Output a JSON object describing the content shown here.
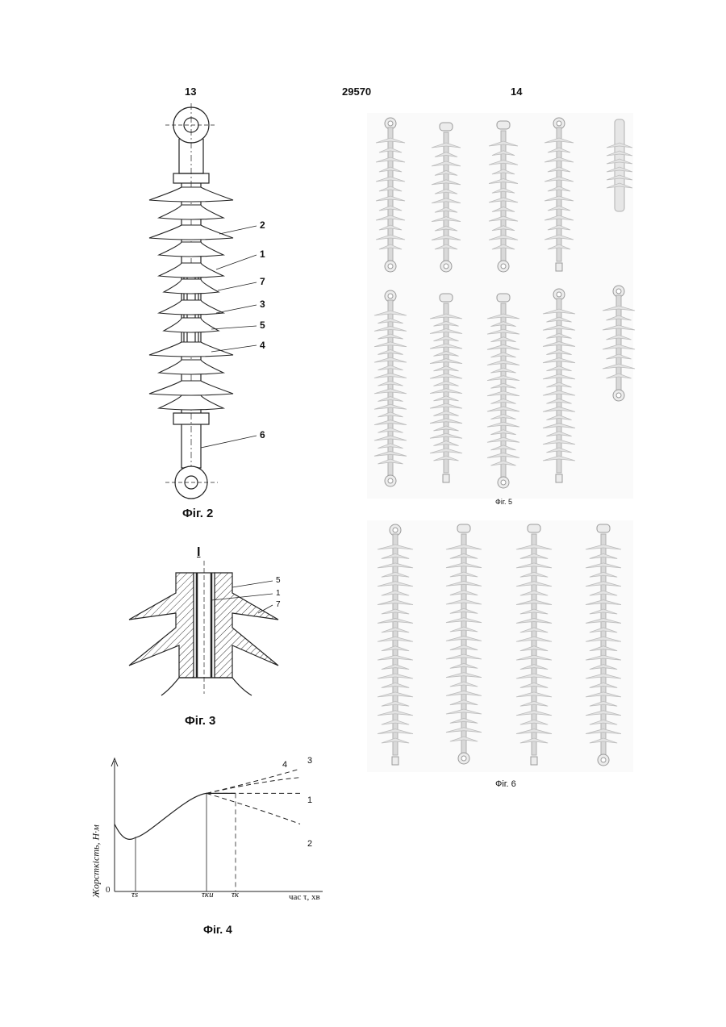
{
  "header": {
    "left_page": "13",
    "patent_number": "29570",
    "right_page": "14"
  },
  "figures": {
    "fig2": {
      "caption": "Фіг. 2",
      "callouts": [
        "2",
        "1",
        "7",
        "3",
        "5",
        "4",
        "6"
      ]
    },
    "fig3": {
      "caption": "Фіг. 3",
      "section_label": "I",
      "callouts": [
        "5",
        "1",
        "7"
      ]
    },
    "fig4": {
      "caption": "Фіг. 4",
      "ylabel": "Жорсткість, Н·м",
      "xlabel": "час τ, хв",
      "origin_label": "0",
      "tick_labels": [
        "τs",
        "τкu",
        "τк"
      ],
      "curve_labels": [
        "4",
        "3",
        "1",
        "2"
      ]
    },
    "fig5": {
      "caption": "Фіг. 5"
    },
    "fig6": {
      "caption": "Фіг. 6"
    }
  },
  "chart_data": {
    "type": "line",
    "title": "",
    "xlabel": "час τ, хв",
    "ylabel": "Жорсткість, Н·м",
    "x_ticks": [
      "τs",
      "τкu",
      "τк"
    ],
    "series": [
      {
        "name": "1",
        "values": [
          0.55,
          0.44,
          0.6,
          0.8,
          0.8,
          0.8
        ]
      },
      {
        "name": "2",
        "values": [
          0.55,
          0.44,
          0.6,
          0.8,
          0.8,
          0.55
        ]
      },
      {
        "name": "3",
        "values": [
          0.55,
          0.44,
          0.6,
          0.8,
          0.8,
          1.0
        ]
      },
      {
        "name": "4",
        "values": [
          0.55,
          0.44,
          0.6,
          0.8,
          0.86,
          0.93
        ]
      }
    ]
  }
}
